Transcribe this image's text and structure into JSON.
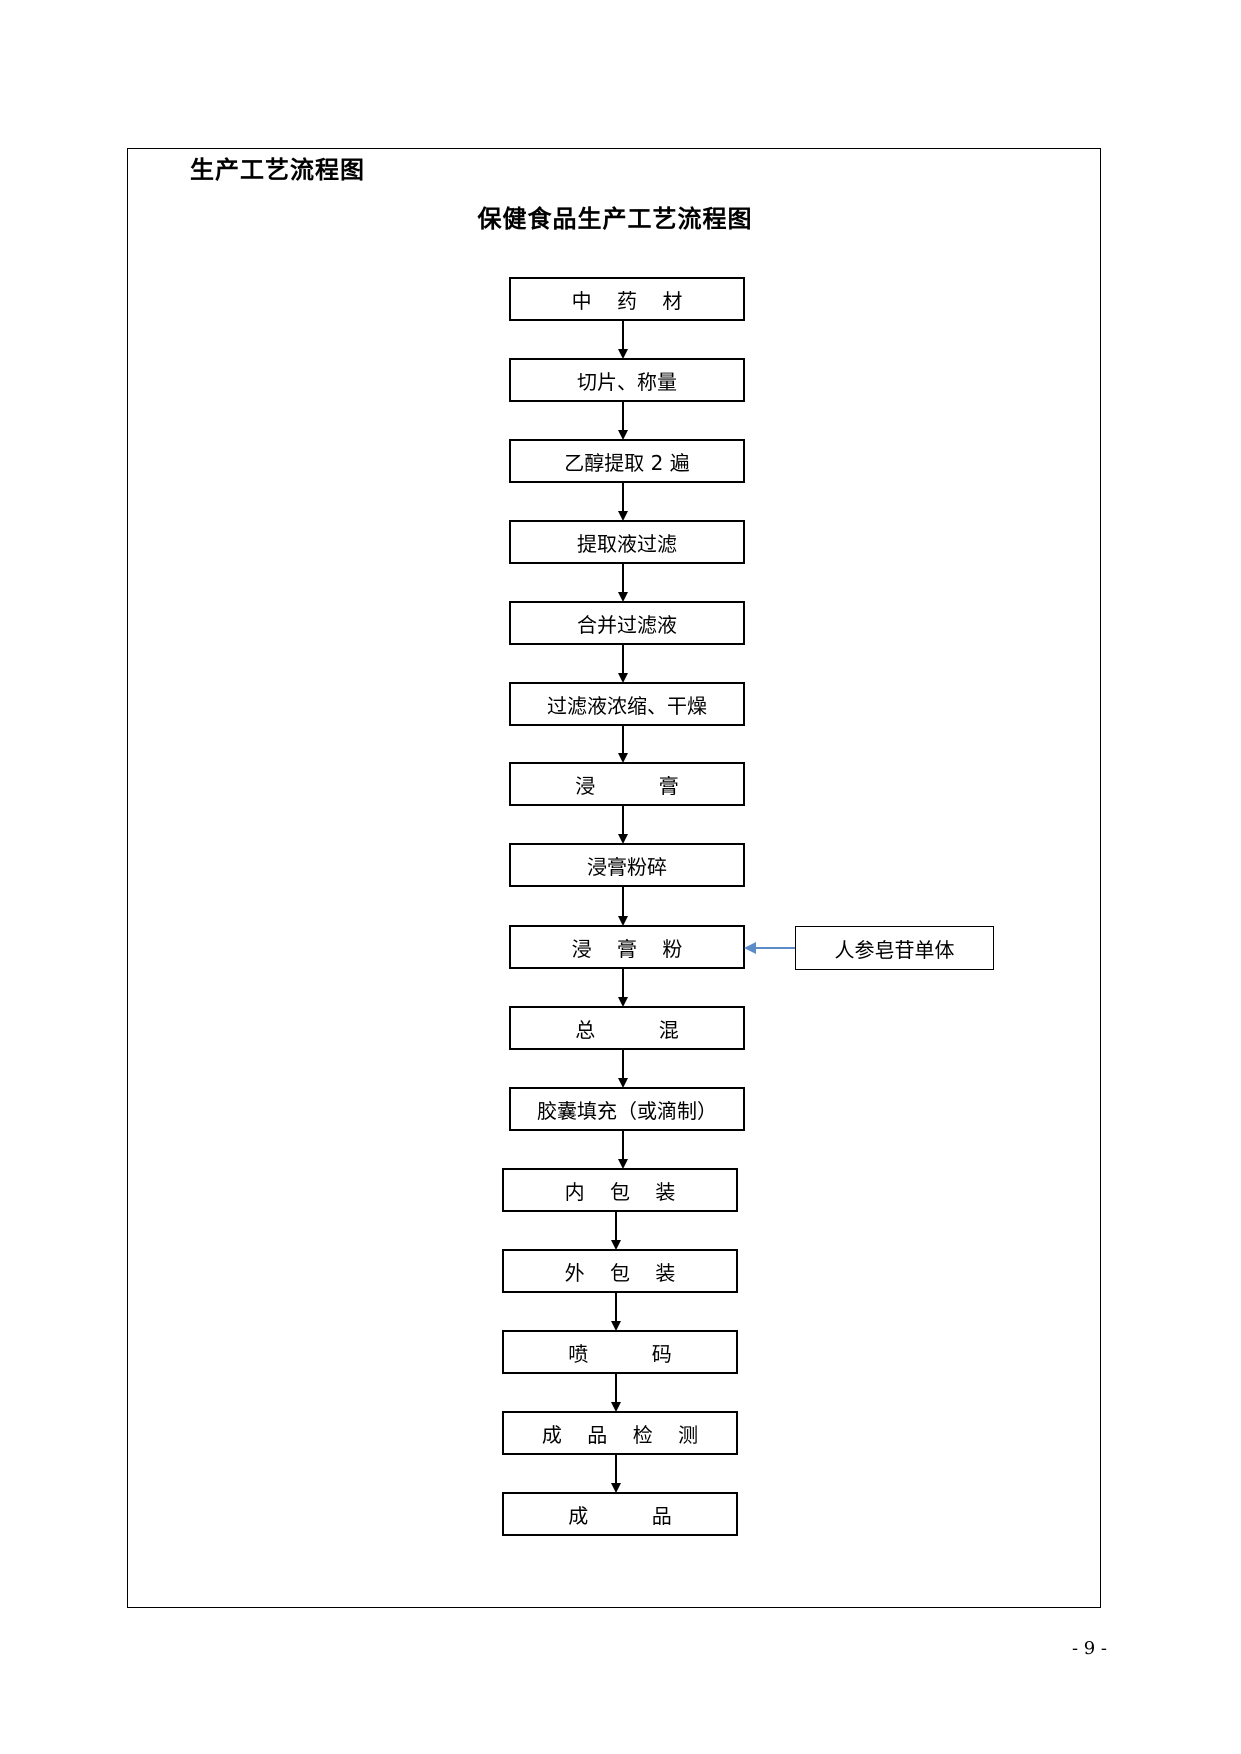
{
  "header": {
    "section_title": "生产工艺流程图"
  },
  "diagram": {
    "title": "保健食品生产工艺流程图",
    "steps": [
      "中    药    材",
      "切片、称量",
      "乙醇提取 2 遍",
      "提取液过滤",
      "合并过滤液",
      "过滤液浓缩、干燥",
      "浸          膏",
      "浸膏粉碎",
      "浸    膏    粉",
      "总          混",
      "胶囊填充（或滴制）",
      "内    包    装",
      "外    包    装",
      "喷          码",
      "成    品    检    测",
      "成          品"
    ],
    "side_input": "人参皂苷单体",
    "colors": {
      "line": "#000000",
      "side_arrow": "#5b8cc8"
    }
  },
  "footer": {
    "page_number": "- 9 -"
  }
}
